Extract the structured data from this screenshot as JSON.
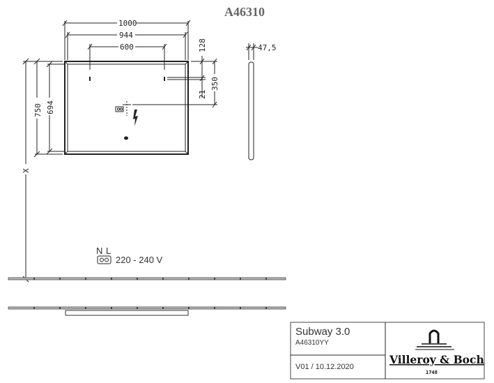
{
  "drawing": {
    "article_number": "A46310",
    "dimensions": {
      "width_outer": "1000",
      "width_inner": "944",
      "hole_spacing": "600",
      "top_to_holes": "128",
      "top_to_socket": "350",
      "hole_offset": "21",
      "height_outer": "750",
      "height_inner": "694",
      "mount_height": "X",
      "depth": "47,5"
    },
    "connection": {
      "neutral_label": "N",
      "live_label": "L",
      "voltage": "220 - 240 V"
    }
  },
  "title_block": {
    "product_name": "Subway 3.0",
    "product_code": "A46310YY",
    "version_date": "V01 / 10.12.2020",
    "brand": "Villeroy & Boch",
    "brand_year": "1748"
  }
}
